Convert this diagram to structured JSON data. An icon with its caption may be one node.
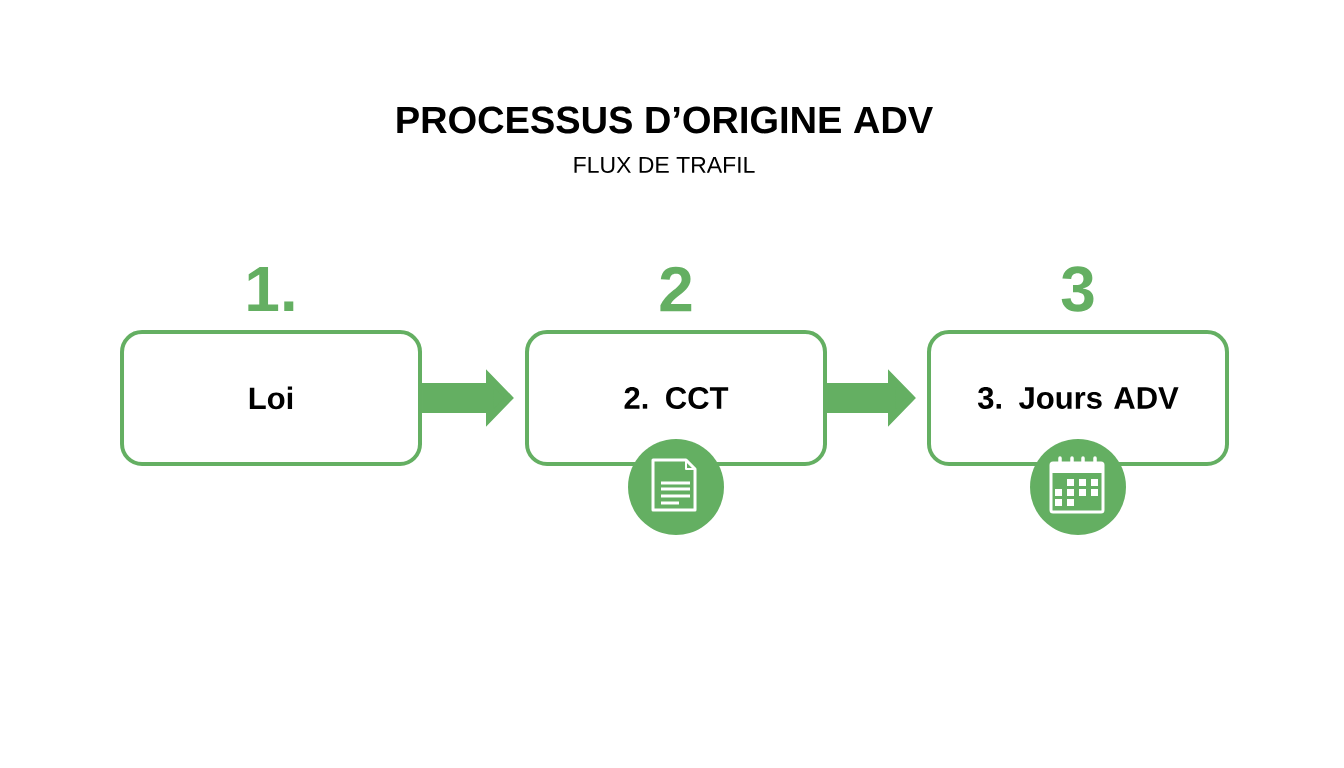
{
  "diagram": {
    "title": "PROCESSUS D’ORIGINE ADV",
    "nodes": [
      {
        "text": [
          "1.",
          "Loi"
        ]
      },
      {
        "text": [
          "2",
          "2. CCT"
        ]
      },
      {
        "text": [
          "3",
          "3. Jours ADV"
        ]
      }
    ],
    "edges": [
      {
        "from": 0,
        "to": 1,
        "arrow": "to"
      },
      {
        "from": 1,
        "to": 2,
        "arrow": "to"
      }
    ],
    "labels": [
      "FLUX DE TRAFIL"
    ]
  }
}
